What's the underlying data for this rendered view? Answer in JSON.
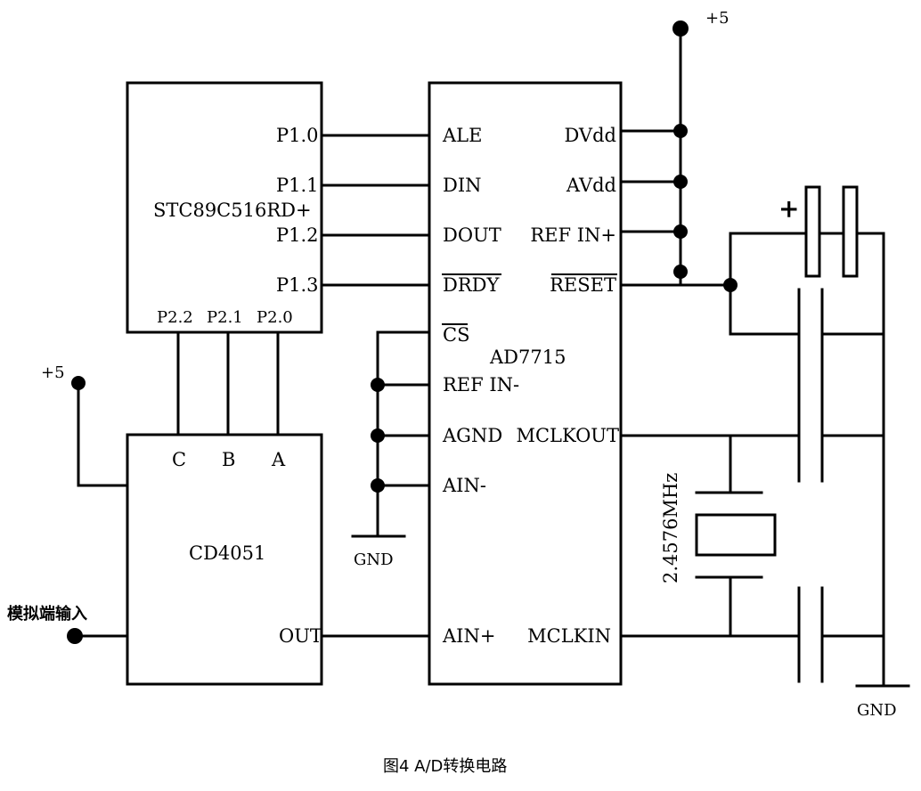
{
  "mcu": {
    "name": "STC89C516RD+",
    "pins_right": [
      "P1.0",
      "P1.1",
      "P1.2",
      "P1.3"
    ],
    "pins_bottom": [
      "P2.2",
      "P2.1",
      "P2.0"
    ]
  },
  "mux": {
    "name": "CD4051",
    "pins_top": [
      "C",
      "B",
      "A"
    ],
    "pin_out": "OUT"
  },
  "adc": {
    "name": "AD7715",
    "pins_left": [
      "ALE",
      "DIN",
      "DOUT",
      "DRDY",
      "CS",
      "REF IN-",
      "AGND",
      "AIN-",
      "AIN+"
    ],
    "pins_right": [
      "DVdd",
      "AVdd",
      "REF IN+",
      "RESET",
      "MCLKOUT",
      "MCLKIN"
    ]
  },
  "power": {
    "vcc_top": "+5",
    "vcc_left": "+5",
    "gnd_left": "GND",
    "gnd_right": "GND",
    "cap_polarity": "+"
  },
  "crystal": {
    "label": "2.4576MHz"
  },
  "input": {
    "label": "模拟端输入"
  },
  "caption": "图4  A/D转换电路"
}
